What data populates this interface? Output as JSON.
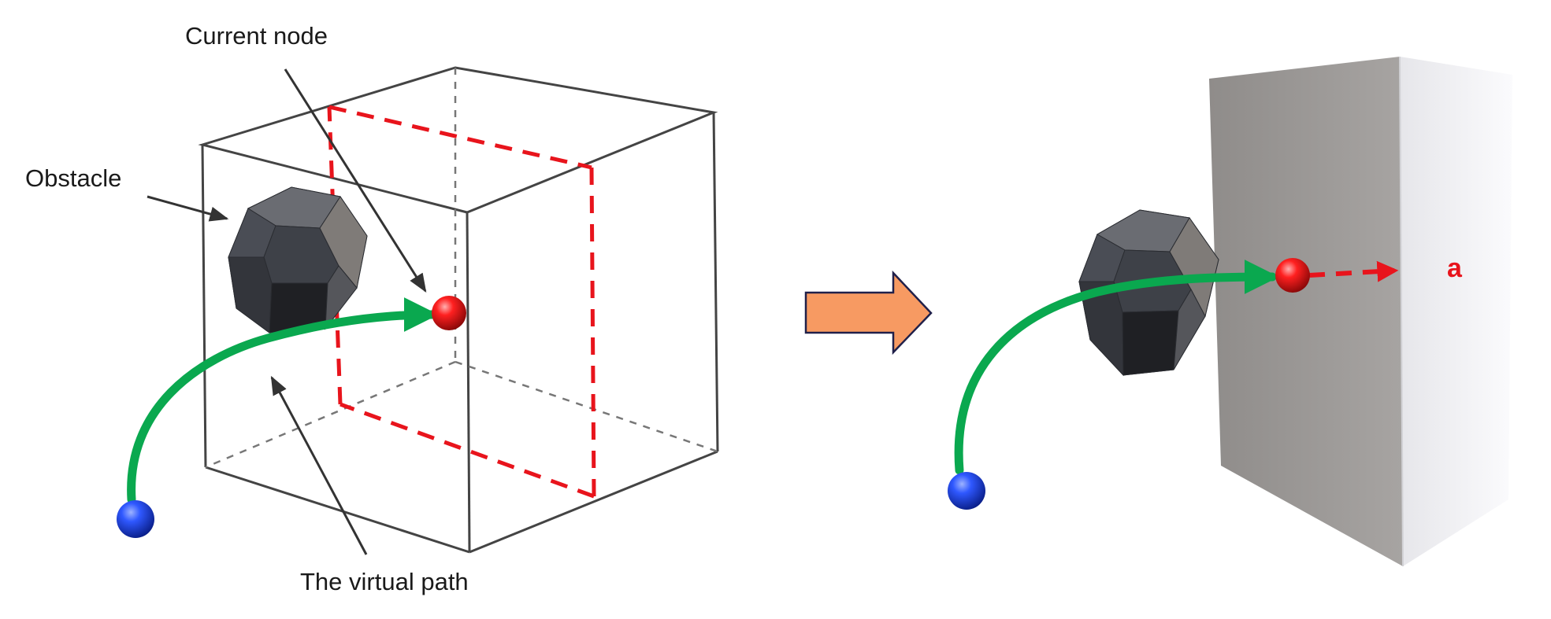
{
  "labels": {
    "current_node": "Current node",
    "obstacle": "Obstacle",
    "virtual_path": "The virtual path",
    "direction": "a"
  },
  "colors": {
    "path_green": "#0aa84f",
    "dashed_red": "#e8141c",
    "start_node_blue": "#1437d6",
    "current_node_red": "#e3141a",
    "arrow_orange": "#f79a62",
    "arrow_outline": "#20204a",
    "obstacle_dark": "#3b3e44",
    "wall_gray": "#8c8a89",
    "label_a_red": "#e8141c"
  },
  "icons": {
    "transition": "right-arrow-icon",
    "obstacle": "polyhedron-icon",
    "start_node": "sphere-icon",
    "current_node": "sphere-icon"
  }
}
